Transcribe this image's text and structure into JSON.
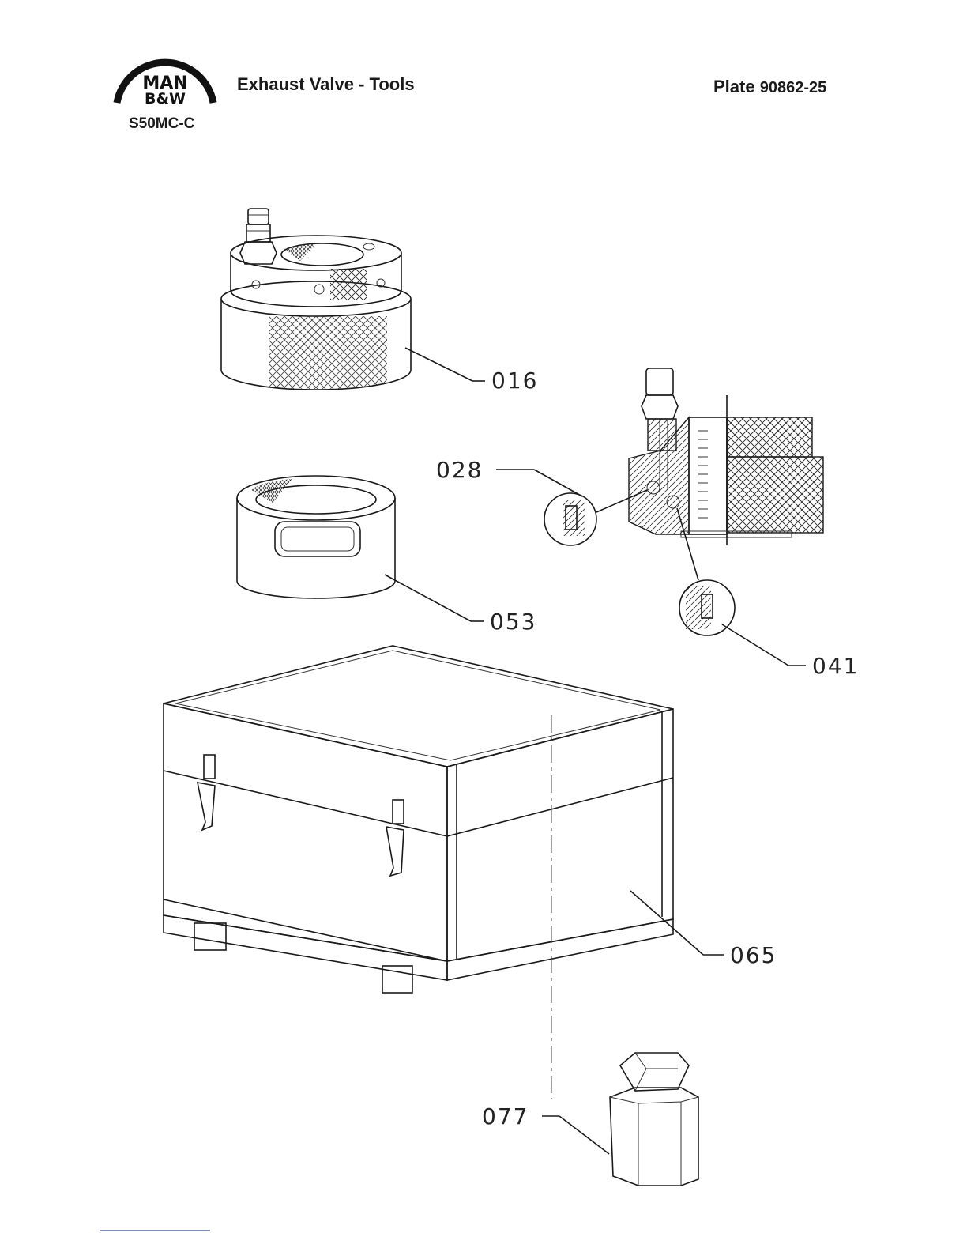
{
  "header": {
    "logo_text_top": "MAN",
    "logo_text_bottom": "B&W",
    "title": "Exhaust Valve - Tools",
    "plate_label": "Plate",
    "plate_number": "90862-25",
    "engine_model": "S50MC-C"
  },
  "callouts": {
    "p016": "016",
    "p028": "028",
    "p041": "041",
    "p053": "053",
    "p065": "065",
    "p077": "077"
  }
}
